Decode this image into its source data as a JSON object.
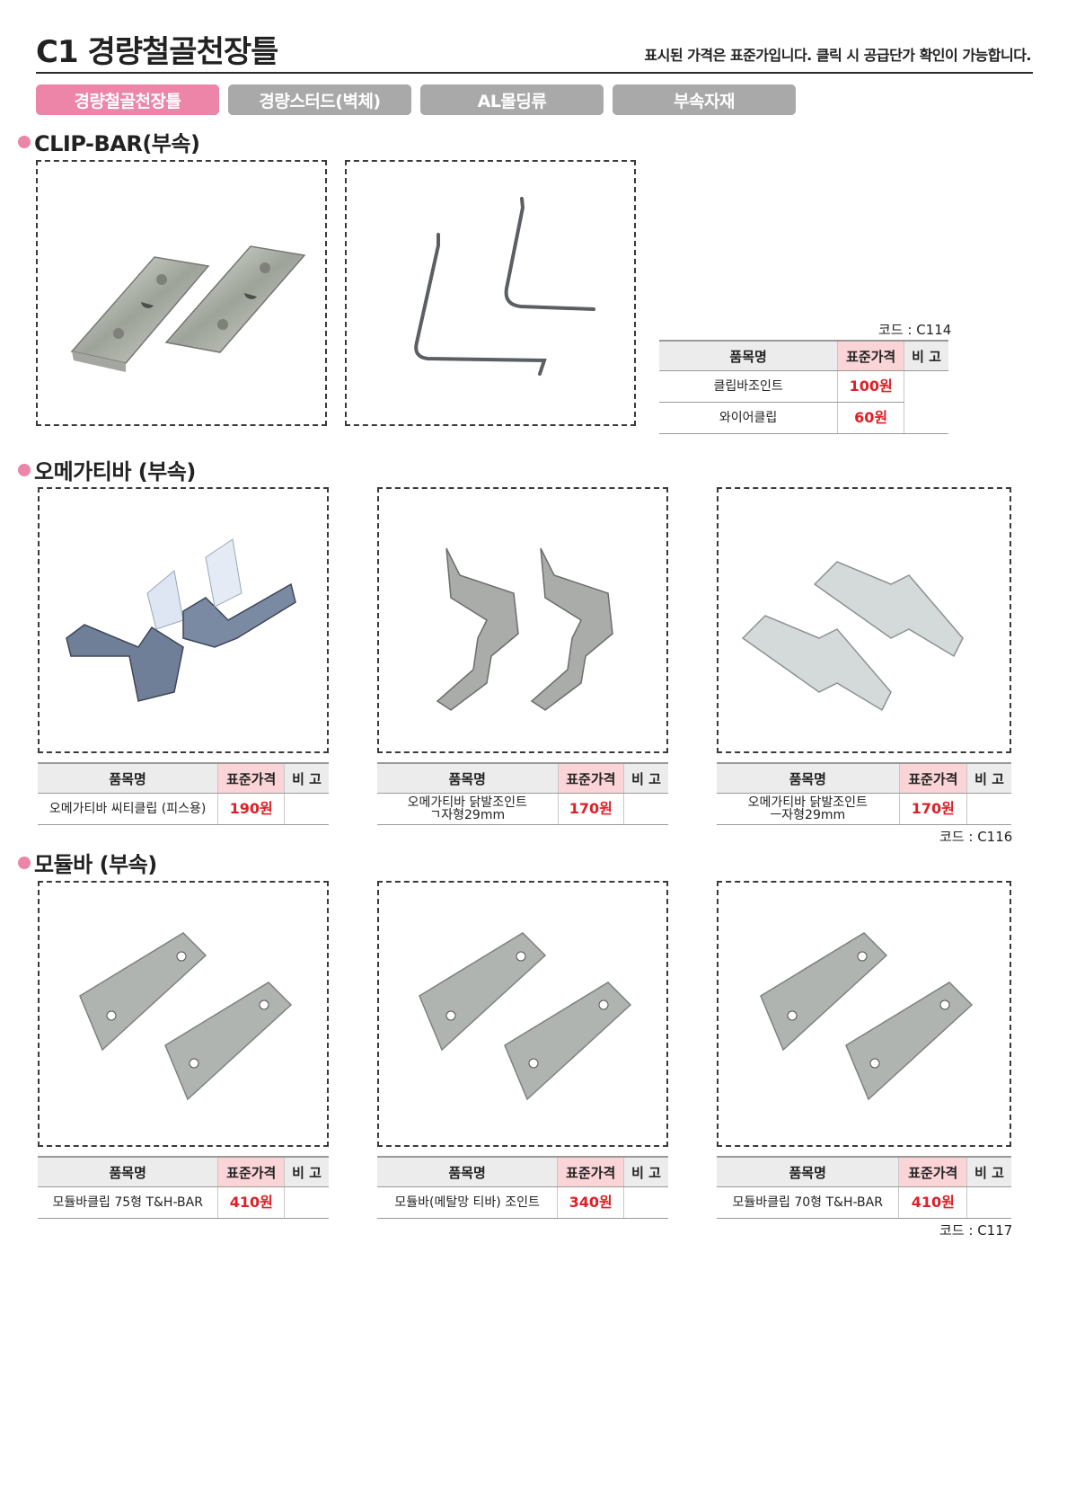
{
  "header": {
    "title": "C1 경량철골천장틀",
    "notice": "표시된 가격은 표준가입니다. 클릭 시 공급단가 확인이 가능합니다."
  },
  "tabs": [
    {
      "label": "경량철골천장틀",
      "active": true
    },
    {
      "label": "경량스터드(벽체)",
      "active": false
    },
    {
      "label": "AL몰딩류",
      "active": false
    },
    {
      "label": "부속자재",
      "active": false
    }
  ],
  "table_headers": {
    "name": "품목명",
    "price": "표준가격",
    "note": "비 고"
  },
  "colors": {
    "accent_pink": "#ec85a7",
    "tab_gray": "#a9a9a9",
    "price_red": "#e01e26",
    "price_header_bg": "#fad4d6",
    "header_bg": "#ececec"
  },
  "sections": [
    {
      "title": "CLIP-BAR(부속)",
      "code": "코드 : C114",
      "images": [
        "clip-bar-joint-photo",
        "wire-clip-photo"
      ],
      "rows": [
        {
          "name": "클립바조인트",
          "price": "100원",
          "note": ""
        },
        {
          "name": "와이어클립",
          "price": "60원",
          "note": ""
        }
      ]
    },
    {
      "title": "오메가티바 (부속)",
      "code": "코드 : C116",
      "items": [
        {
          "name": "오메가티바 씨티클립 (피스용)",
          "name_line2": "",
          "price": "190원",
          "note": ""
        },
        {
          "name": "오메가티바 닭발조인트",
          "name_line2": "ㄱ자형29mm",
          "price": "170원",
          "note": ""
        },
        {
          "name": "오메가티바 닭발조인트",
          "name_line2": "ㅡ자형29mm",
          "price": "170원",
          "note": ""
        }
      ]
    },
    {
      "title": "모듈바 (부속)",
      "code": "코드 : C117",
      "items": [
        {
          "name": "모듈바클립 75형 T&H-BAR",
          "price": "410원",
          "note": ""
        },
        {
          "name": "모듈바(메탈망 티바) 조인트",
          "price": "340원",
          "note": ""
        },
        {
          "name": "모듈바클립 70형 T&H-BAR",
          "price": "410원",
          "note": ""
        }
      ]
    }
  ]
}
